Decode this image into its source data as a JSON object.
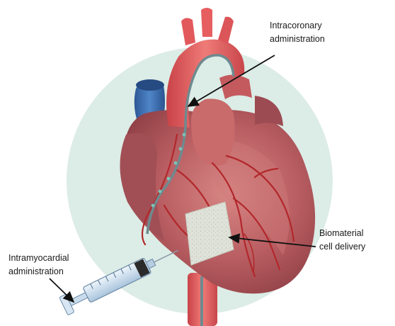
{
  "labels": {
    "intracoronary": {
      "line1": "Intracoronary",
      "line2": "administration"
    },
    "biomaterial": {
      "line1": "Biomaterial",
      "line2": "cell delivery"
    },
    "intramyocardial": {
      "line1": "Intramyocardial",
      "line2": "administration"
    }
  },
  "colors": {
    "background_circle": "#dcece6",
    "heart_muscle": "#b85e62",
    "heart_highlight": "#cf7a7b",
    "aorta": "#e35f61",
    "vena_cava": "#3a6fb2",
    "vessels": "#b2272b",
    "catheter": "#6e8a8f",
    "biomaterial_patch": "#dfe2d9",
    "syringe": "#c9dcec"
  }
}
